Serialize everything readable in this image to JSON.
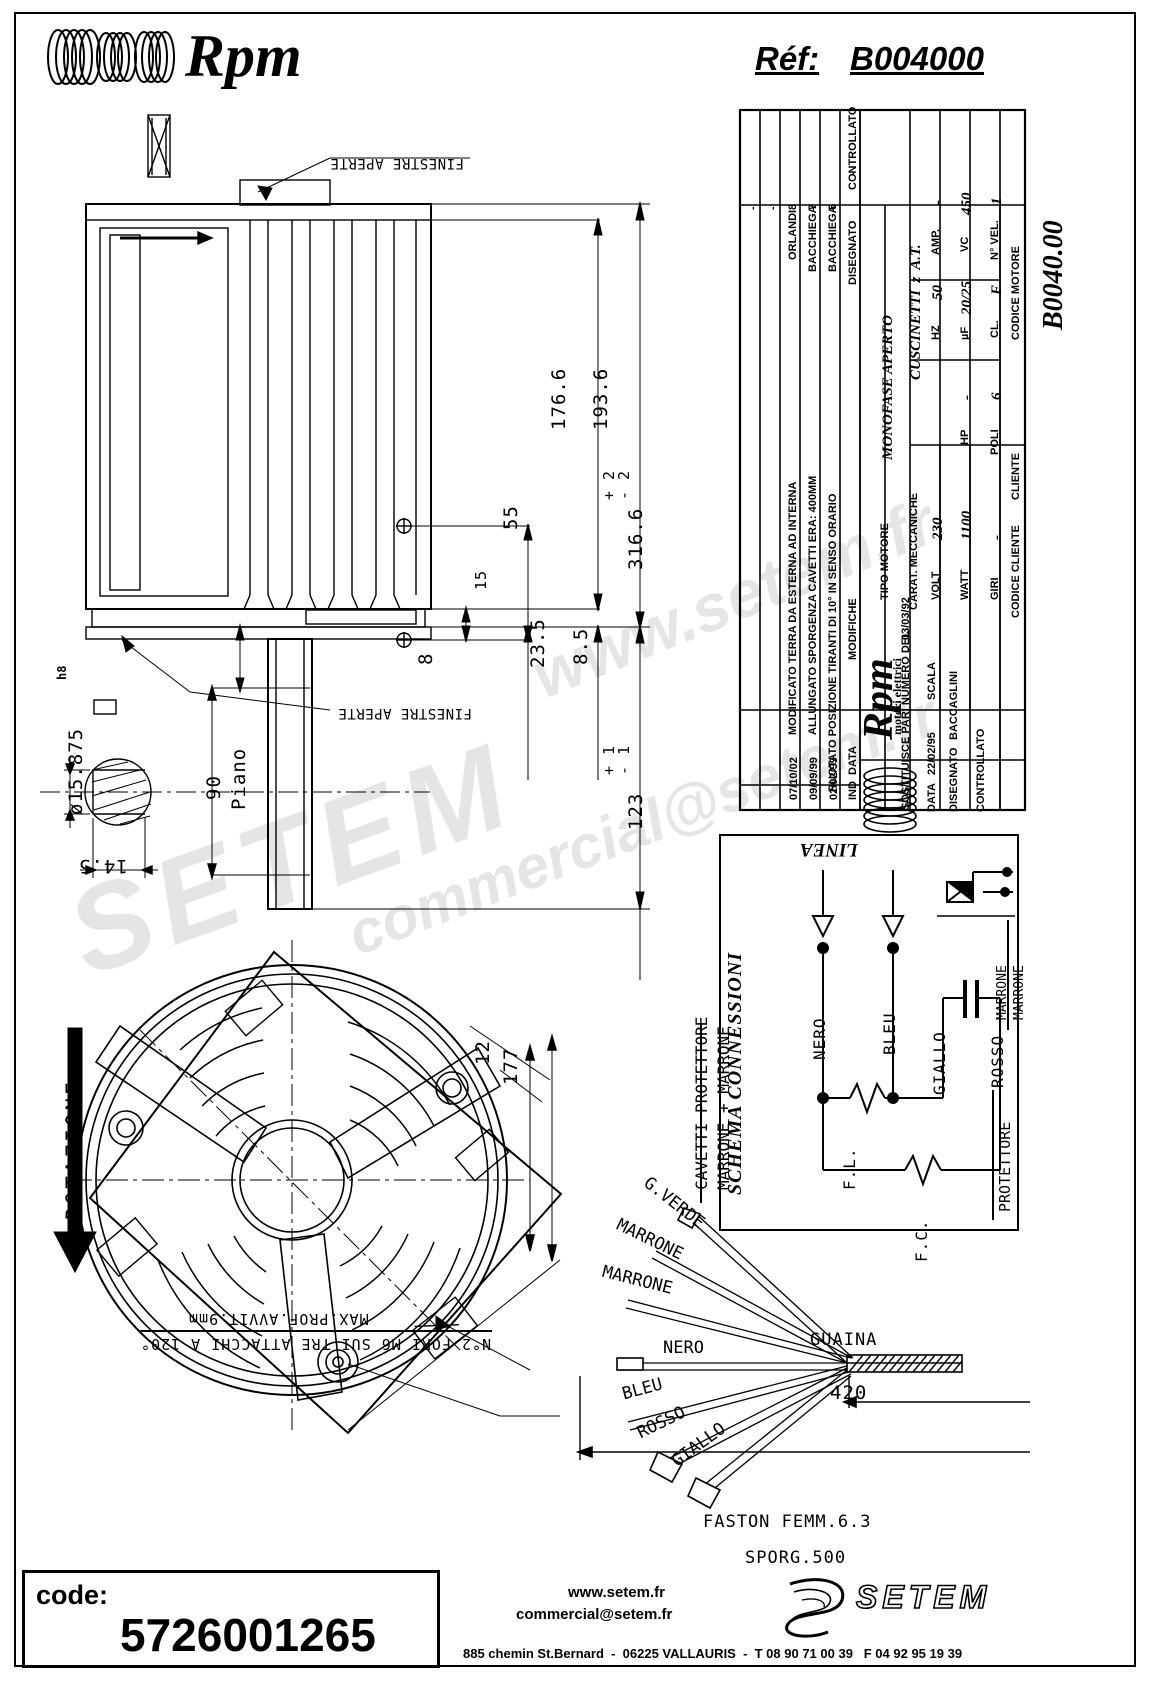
{
  "header": {
    "logo_text": "Rpm",
    "ref_label": "Réf:",
    "ref_value": "B004000"
  },
  "watermarks": [
    "www.setem.fr",
    "SETEM",
    "commercial@setem.fr"
  ],
  "drawing_top": {
    "callout_1": "FINESTRE APERTE",
    "callout_2": "FINESTRE APERTE",
    "dims": [
      "176.6",
      "193.6",
      "55",
      "15",
      "8",
      "23.5",
      "8.5",
      "316.6",
      "+ 2",
      "- 2",
      "123",
      "+ 1",
      "- 1",
      "ø15.875",
      "h8",
      "14.5",
      "90",
      "Piano"
    ]
  },
  "drawing_bottom": {
    "rotation_label": "ROTAZIONE",
    "dims": [
      "12",
      "177"
    ],
    "note_1": "N°2 FORI M6 SUI TRE ATTACCHI A 120°",
    "note_2": "MAX.PROF.AVVIT.9mm"
  },
  "title_block": {
    "revisions": {
      "col_headers": [
        "IND",
        "DATA",
        "MODIFICHE",
        "DISEGNATO",
        "CONTROLLATO"
      ],
      "rows": [
        {
          "ind": "-",
          "data": "-",
          "mod": "",
          "dis": "",
          "ctrl": ""
        },
        {
          "ind": "-",
          "data": "-",
          "mod": "",
          "dis": "",
          "ctrl": ""
        },
        {
          "ind": "8",
          "data": "07/10/02",
          "mod": "MODIFICATO TERRA DA ESTERNA AD INTERNA",
          "dis": "ORLANDI",
          "ctrl": ""
        },
        {
          "ind": "7",
          "data": "09/09/99",
          "mod": "ALLUNGATO SPORGENZA CAVETTI ERA: 400MM",
          "dis": "BACCHIEGA",
          "ctrl": ""
        },
        {
          "ind": "6",
          "data": "02/02/99",
          "mod": "RUOTATO POSIZIONE TIRANTI DI 10° IN SENSO ORARIO",
          "dis": "BACCHIEGA",
          "ctrl": "-"
        }
      ]
    },
    "maker": {
      "name": "Rpm",
      "subtitle": "motori elettrici"
    },
    "tipo_motore_label": "TIPO MOTORE",
    "tipo_motore_value": "MONOFASE APERTO",
    "carat_label": "CARAT. MECCANICHE",
    "carat_value": "CUSCINETTI  z  A.T.",
    "specs": [
      {
        "label": "VOLT",
        "value": "230",
        "label2": "HZ",
        "value2": "50",
        "label3": "AMP.",
        "value3": "-"
      },
      {
        "label": "WATT",
        "value": "1100",
        "label2": "HP",
        "value2": "-",
        "label3": "µF",
        "value3": "20/25",
        "label4": "VC",
        "value4": "450"
      },
      {
        "label": "GIRI",
        "value": "-",
        "label2": "POLI",
        "value2": "6",
        "label3": "CL.",
        "value3": "F",
        "label4": "N° VEL.",
        "value4": "1"
      }
    ],
    "cliente_label": "CLIENTE",
    "codice_cliente_label": "CODICE CLIENTE",
    "codice_motore_label": "CODICE MOTORE",
    "codice_motore_value": "B0040.00",
    "sostituisce_label": "SOSTITUISCE PARI NUMERO DEL",
    "sostituisce_value": "03/03/92",
    "data_label": "DATA",
    "data_value": "22/02/95",
    "scala_label": "SCALA",
    "disegnato_label": "DISEGNATO",
    "disegnato_value": "BACCAGLINI",
    "controllato_label": "CONTROLLATO"
  },
  "schema": {
    "title": "SCHEMA CONNESSIONI",
    "cavetti_line1": "CAVETTI PROTETTORE",
    "cavetti_line2": "MARRONE + MARRONE",
    "linea_label": "LINEA",
    "wires": [
      "NERO",
      "BLEU",
      "GIALLO",
      "ROSSO"
    ],
    "windings": [
      "F.L.",
      "F.C."
    ],
    "protettore_label": "PROTETTORE",
    "marrone_1": "MARRONE",
    "marrone_2": "MARRONE"
  },
  "cables": {
    "labels": [
      "G.VERDE",
      "MARRONE",
      "MARRONE",
      "NERO",
      "BLEU",
      "ROSSO",
      "GIALLO"
    ],
    "guaina_label": "GUAINA",
    "guaina_dim": "420",
    "faston_label": "FASTON FEMM.6.3",
    "sporg_label": "SPORG.500"
  },
  "footer": {
    "code_label": "code:",
    "code_value": "5726001265",
    "web": "www.setem.fr",
    "email": "commercial@setem.fr",
    "address": "885 chemin St.Bernard  -  06225 VALLAURIS  -  T 08 90 71 00 39   F 04 92 95 19 39",
    "brand": "SETEM"
  }
}
